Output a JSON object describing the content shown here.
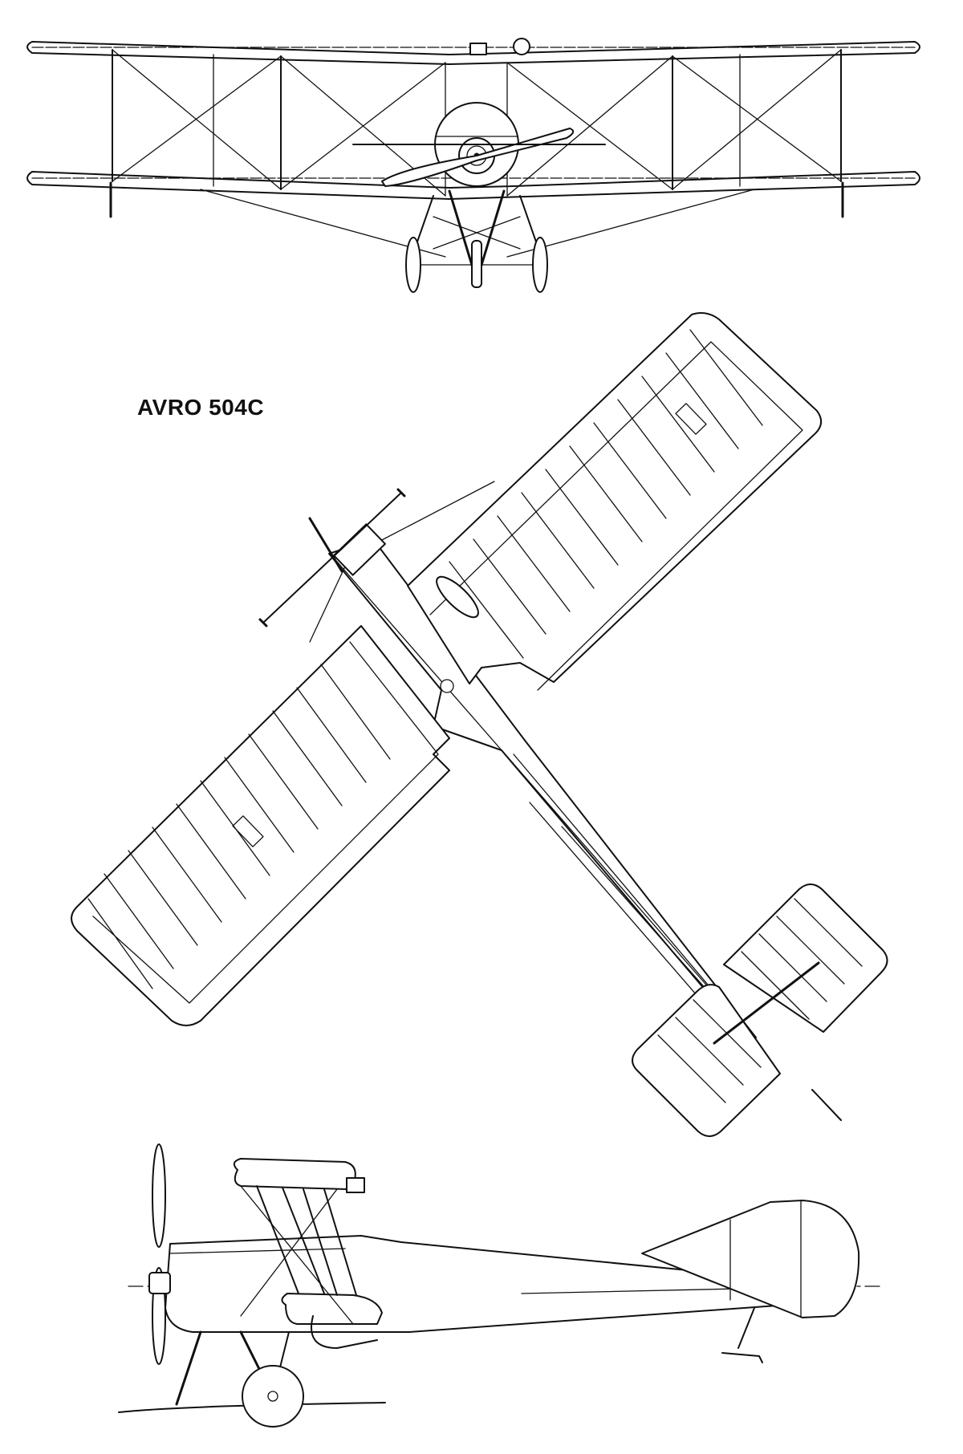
{
  "drawing": {
    "title": "AVRO 504C",
    "views": [
      "front-view",
      "top-view",
      "side-view"
    ],
    "line_color": "#111111",
    "background": "#ffffff"
  }
}
